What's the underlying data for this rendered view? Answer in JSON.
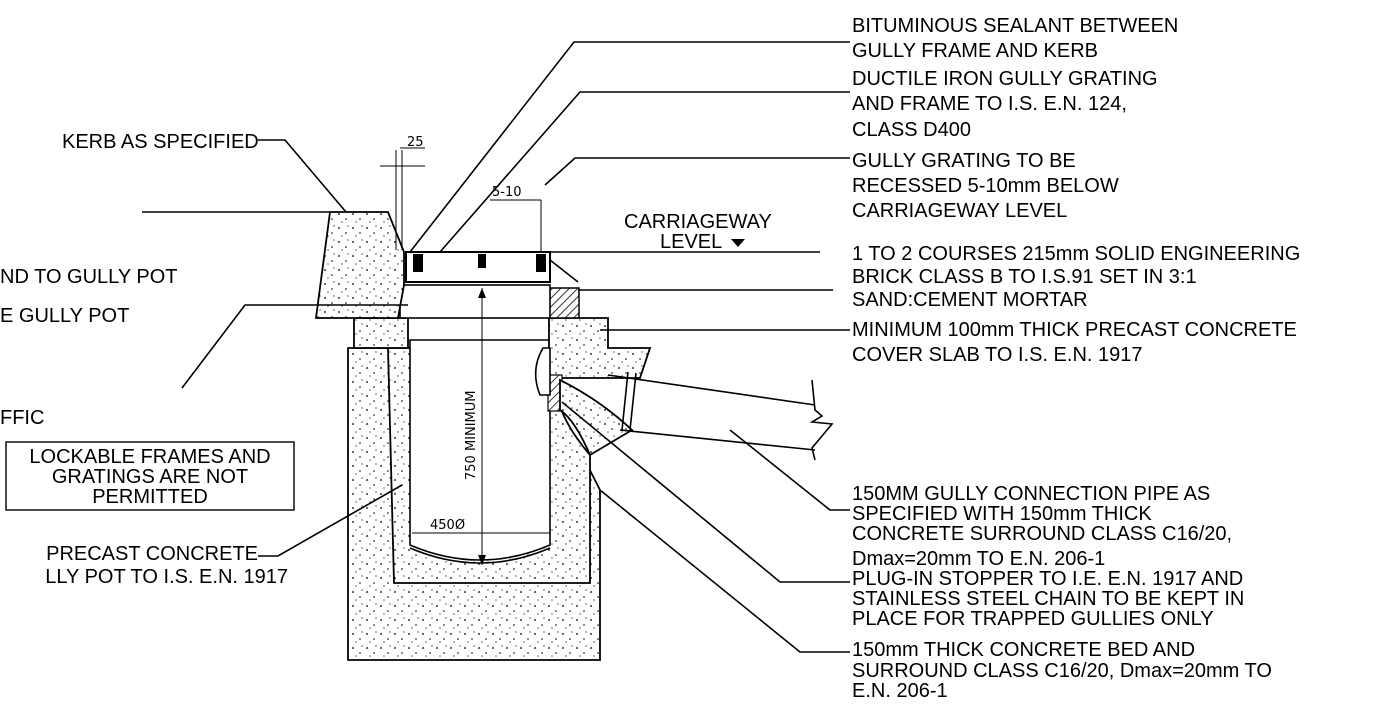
{
  "labels": {
    "bituminous": [
      "BITUMINOUS SEALANT BETWEEN",
      "GULLY FRAME AND KERB"
    ],
    "ductile": [
      "DUCTILE IRON GULLY GRATING",
      "AND FRAME TO I.S. E.N. 124,",
      "CLASS D400"
    ],
    "recessed": [
      "GULLY GRATING TO BE",
      "RECESSED 5-10mm BELOW",
      "CARRIAGEWAY LEVEL"
    ],
    "courses": [
      "1 TO 2 COURSES 215mm SOLID ENGINEERING",
      "BRICK CLASS B TO I.S.91 SET IN 3:1",
      "SAND:CEMENT MORTAR"
    ],
    "cover_slab": [
      "MINIMUM 100mm THICK PRECAST CONCRETE",
      "COVER SLAB TO I.S. E.N. 1917"
    ],
    "pipe": [
      "150MM GULLY CONNECTION PIPE AS",
      "SPECIFIED WITH 150mm THICK",
      "CONCRETE SURROUND CLASS C16/20,",
      "Dmax=20mm TO E.N. 206-1"
    ],
    "stopper": [
      "PLUG-IN STOPPER TO I.E. E.N. 1917 AND",
      "STAINLESS STEEL CHAIN TO BE KEPT IN",
      "PLACE FOR TRAPPED GULLIES ONLY"
    ],
    "bed": [
      "150mm THICK  CONCRETE BED AND",
      "SURROUND CLASS C16/20, Dmax=20mm TO",
      "E.N. 206-1"
    ],
    "kerb": "KERB AS SPECIFIED",
    "left_1": "ND TO GULLY POT",
    "left_2": "E GULLY POT",
    "left_3": "FFIC",
    "precast": [
      "PRECAST CONCRETE",
      "LLY POT TO I.S. E.N. 1917"
    ],
    "carriageway": [
      "CARRIAGEWAY",
      "LEVEL"
    ],
    "note_box": [
      "LOCKABLE FRAMES AND",
      "GRATINGS ARE NOT",
      "PERMITTED"
    ]
  },
  "dimensions": {
    "gap": "25",
    "recess": "5-10",
    "depth": "750 MINIMUM",
    "diameter": "450Ø"
  }
}
